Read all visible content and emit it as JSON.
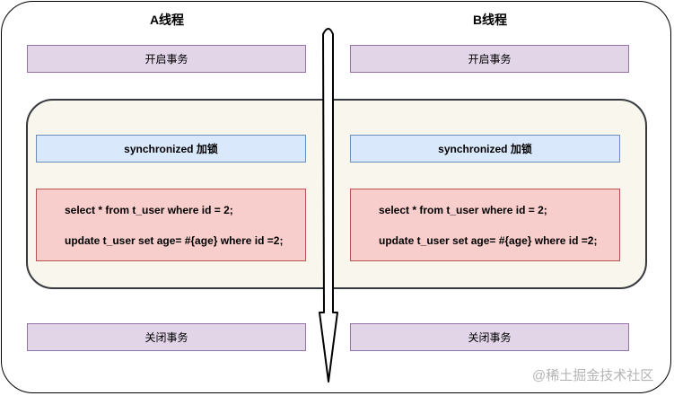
{
  "threads": {
    "a": {
      "title": "A线程",
      "begin": "开启事务",
      "lock": "synchronized 加锁",
      "sql": [
        "select * from t_user where id = 2;",
        "update t_user set age= #{age} where id =2;"
      ],
      "end": "关闭事务"
    },
    "b": {
      "title": "B线程",
      "begin": "开启事务",
      "lock": "synchronized 加锁",
      "sql": [
        "select * from t_user where id = 2;",
        "update t_user set age= #{age} where id =2;"
      ],
      "end": "关闭事务"
    }
  },
  "watermark": "@稀土掘金技术社区",
  "colors": {
    "purple_fill": "#e1d5e7",
    "blue_fill": "#dae8fc",
    "red_fill": "#f8cecc",
    "region_fill": "#f9f7ed"
  }
}
